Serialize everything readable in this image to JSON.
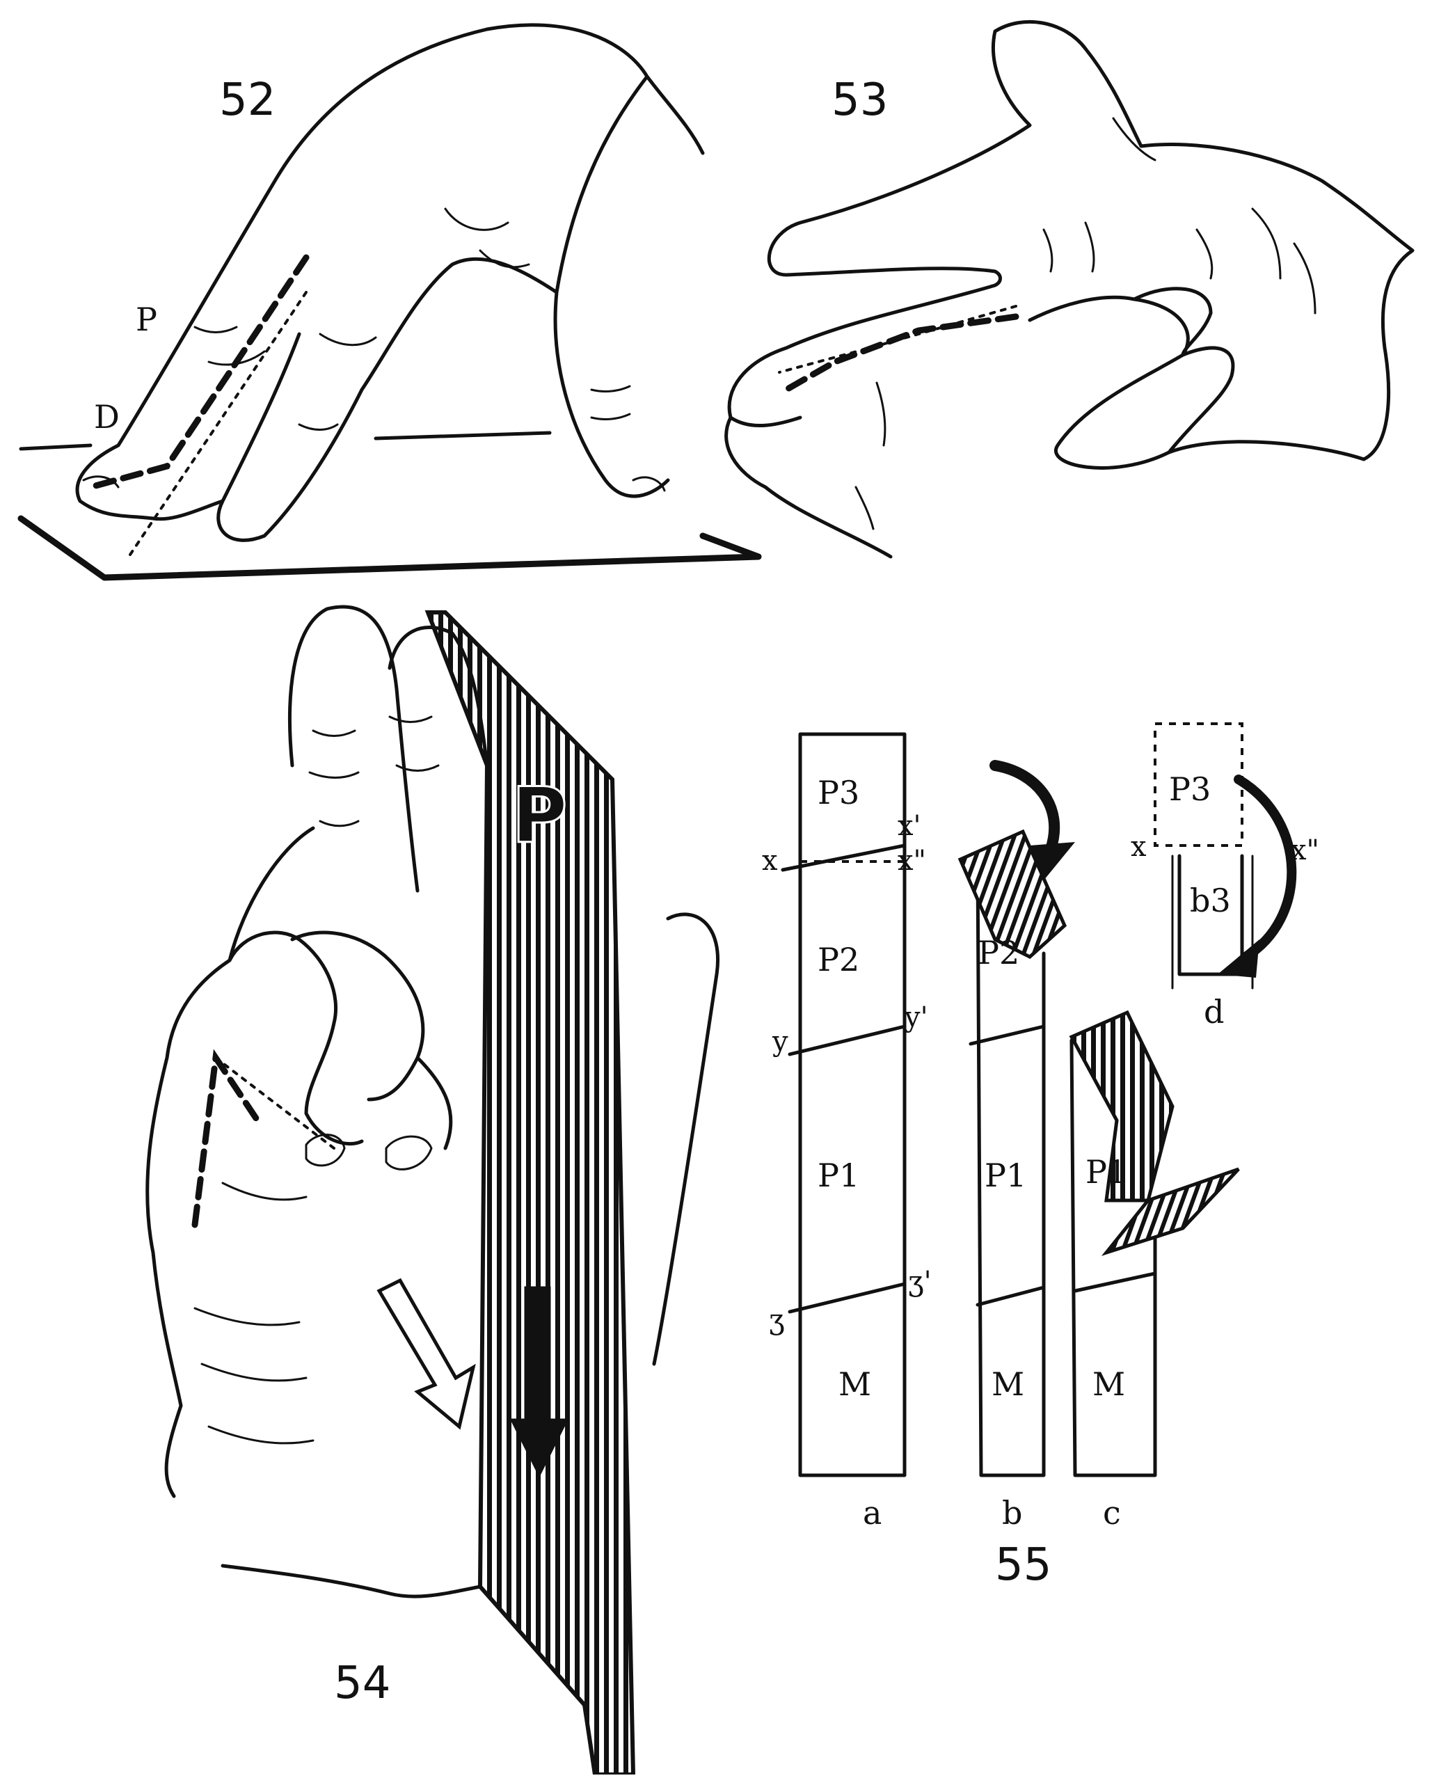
{
  "figures": {
    "fig52": {
      "number": "52",
      "labels": {
        "p": "P",
        "d": "D"
      }
    },
    "fig53": {
      "number": "53"
    },
    "fig54": {
      "number": "54",
      "plate_label": "P"
    },
    "fig55": {
      "number": "55",
      "panel_a": {
        "caption": "a",
        "segments": {
          "p3": "P3",
          "p2": "P2",
          "p1": "P1",
          "m": "M"
        },
        "axes": {
          "x": "x",
          "x1": "x'",
          "x2": "x\"",
          "y": "y",
          "y1": "y'",
          "z": "ʒ",
          "z1": "ʒ'"
        }
      },
      "panel_b": {
        "caption": "b",
        "segments": {
          "p2": "P2",
          "p1": "P1",
          "m": "M"
        }
      },
      "panel_c": {
        "caption": "c",
        "segments": {
          "p1": "P1",
          "m": "M"
        }
      },
      "panel_d": {
        "caption": "d",
        "segments": {
          "p3": "P3",
          "b3": "b3"
        },
        "axes": {
          "x": "x",
          "x2": "x\""
        }
      }
    }
  }
}
